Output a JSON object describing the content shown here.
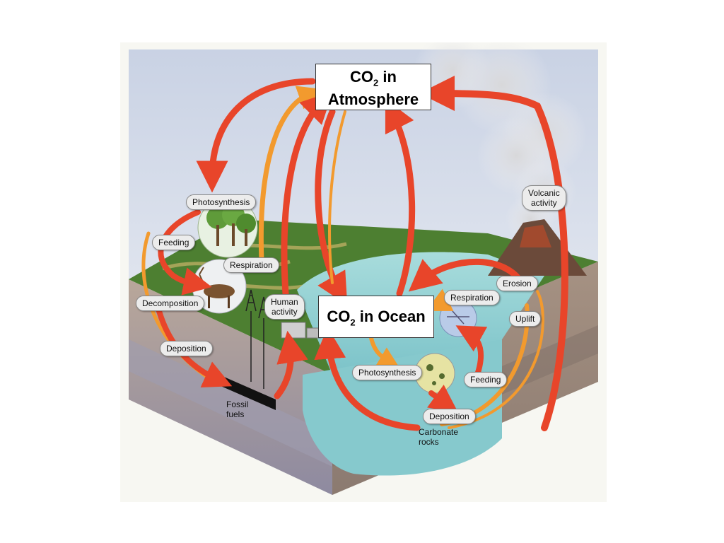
{
  "boxes": {
    "atmosphere_co2": "CO",
    "atmosphere_sub": "2",
    "atmosphere_in": " in",
    "atmosphere_word": "Atmosphere",
    "ocean_co2": "CO",
    "ocean_sub": "2",
    "ocean_rest": " in Ocean"
  },
  "labels": {
    "photosynthesis_land": "Photosynthesis",
    "feeding_land": "Feeding",
    "respiration_land": "Respiration",
    "decomposition": "Decomposition",
    "human_activity_1": "Human",
    "human_activity_2": "activity",
    "deposition_land": "Deposition",
    "fossil_fuels_1": "Fossil",
    "fossil_fuels_2": "fuels",
    "volcanic_activity_1": "Volcanic",
    "volcanic_activity_2": "activity",
    "erosion": "Erosion",
    "respiration_ocean": "Respiration",
    "uplift": "Uplift",
    "photosynthesis_ocean": "Photosynthesis",
    "feeding_ocean": "Feeding",
    "deposition_ocean": "Deposition",
    "carbonate_rocks_1": "Carbonate",
    "carbonate_rocks_2": "rocks"
  },
  "colors": {
    "arrow_red": "#e8452a",
    "arrow_orange": "#f29a2e",
    "ocean": "#9fd6d8",
    "land_green": "#3e7a2c",
    "sky": "#cfd8e8",
    "soil": "#b8a596"
  }
}
